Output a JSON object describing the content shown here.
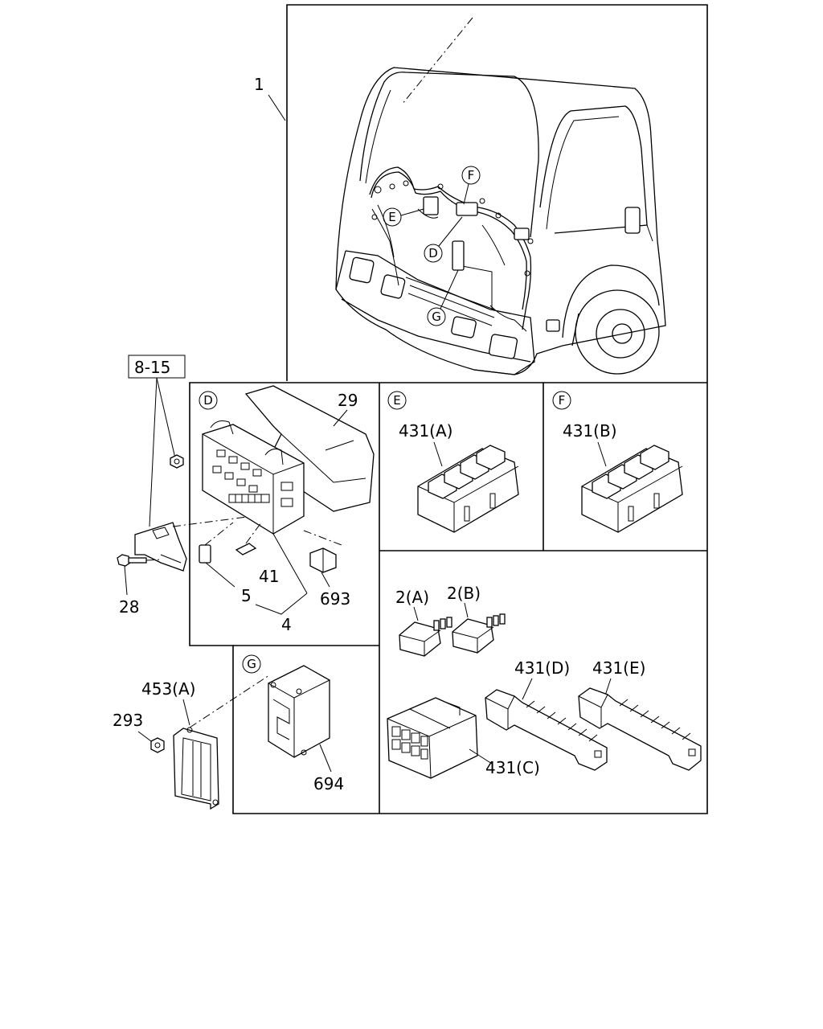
{
  "callouts": {
    "main_harness": "1",
    "ref_box": "8-15",
    "bolt": "28",
    "nut": "293",
    "module_453": "453(A)",
    "shield": "29",
    "fuse_5": "5",
    "fuse_41": "41",
    "fuse_group": "4",
    "relay_693": "693",
    "box_694": "694",
    "conn_431A": "431(A)",
    "conn_431B": "431(B)",
    "conn_431C": "431(C)",
    "conn_431D": "431(D)",
    "conn_431E": "431(E)",
    "relay_2A": "2(A)",
    "relay_2B": "2(B)"
  },
  "detail_markers": {
    "D": "D",
    "E": "E",
    "F": "F",
    "G": "G"
  }
}
